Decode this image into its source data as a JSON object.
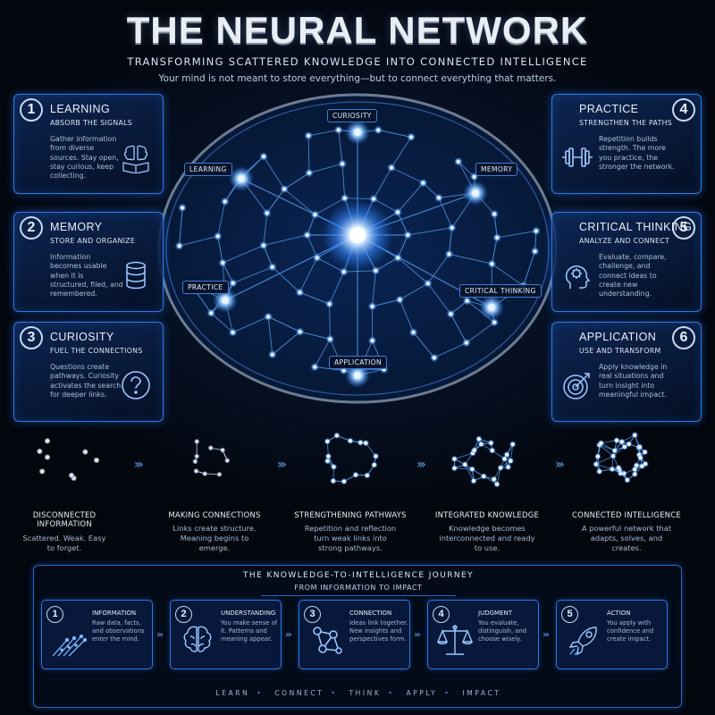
{
  "header": {
    "title": "THE NEURAL NETWORK",
    "subtitle": "TRANSFORMING SCATTERED KNOWLEDGE INTO CONNECTED INTELLIGENCE",
    "tagline": "Your mind is not meant to store everything—but to connect everything that matters."
  },
  "left_cards": [
    {
      "num": "1",
      "name": "LEARNING",
      "sub": "ABSORB THE SIGNALS",
      "body": "Gather information from diverse sources. Stay open, stay curious, keep collecting.",
      "icon": "brain-book-icon"
    },
    {
      "num": "2",
      "name": "MEMORY",
      "sub": "STORE AND ORGANIZE",
      "body": "Information becomes usable when it is structured, filed, and remembered.",
      "icon": "database-icon"
    },
    {
      "num": "3",
      "name": "CURIOSITY",
      "sub": "FUEL THE CONNECTIONS",
      "body": "Questions create pathways. Curiosity activates the search for deeper links.",
      "icon": "question-icon"
    }
  ],
  "right_cards": [
    {
      "num": "4",
      "name": "PRACTICE",
      "sub": "STRENGTHEN THE PATHS",
      "body": "Repetition builds strength. The more you practice, the stronger the network.",
      "icon": "dumbbell-icon"
    },
    {
      "num": "5",
      "name": "CRITICAL THINKING",
      "sub": "ANALYZE AND CONNECT",
      "body": "Evaluate, compare, challenge, and connect ideas to create new understanding.",
      "icon": "head-gear-icon"
    },
    {
      "num": "6",
      "name": "APPLICATION",
      "sub": "USE AND TRANSFORM",
      "body": "Apply knowledge in real situations and turn insight into meaningful impact.",
      "icon": "target-icon"
    }
  ],
  "network_labels": {
    "curiosity": "CURIOSITY",
    "learning": "LEARNING",
    "memory": "MEMORY",
    "practice": "PRACTICE",
    "critical_thinking": "CRITICAL THINKING",
    "application": "APPLICATION"
  },
  "stages": [
    {
      "label": "DISCONNECTED\nINFORMATION",
      "desc": "Scattered. Weak. Easy to forget."
    },
    {
      "label": "MAKING CONNECTIONS",
      "desc": "Links create structure. Meaning begins to emerge."
    },
    {
      "label": "STRENGTHENING PATHWAYS",
      "desc": "Repetition and reflection turn weak links into strong pathways."
    },
    {
      "label": "INTEGRATED KNOWLEDGE",
      "desc": "Knowledge becomes interconnected and ready to use."
    },
    {
      "label": "CONNECTED INTELLIGENCE",
      "desc": "A powerful network that adapts, solves, and creates."
    }
  ],
  "stage_arrow": "›››",
  "journey": {
    "title": "THE KNOWLEDGE-TO-INTELLIGENCE JOURNEY",
    "subtitle": "FROM INFORMATION TO IMPACT",
    "arrow": "›››",
    "steps": [
      {
        "num": "1",
        "title": "INFORMATION",
        "body": "Raw data, facts, and observations enter the mind.",
        "icon": "data-stream-icon"
      },
      {
        "num": "2",
        "title": "UNDERSTANDING",
        "body": "You make sense of it. Patterns and meaning appear.",
        "icon": "brain-icon"
      },
      {
        "num": "3",
        "title": "CONNECTION",
        "body": "Ideas link together. New insights and perspectives form.",
        "icon": "nodes-icon"
      },
      {
        "num": "4",
        "title": "JUDGMENT",
        "body": "You evaluate, distinguish, and choose wisely.",
        "icon": "scales-icon"
      },
      {
        "num": "5",
        "title": "ACTION",
        "body": "You apply with confidence and create impact.",
        "icon": "rocket-icon"
      }
    ],
    "footer": [
      "LEARN",
      "CONNECT",
      "THINK",
      "APPLY",
      "IMPACT"
    ]
  },
  "colors": {
    "accent": "#2e7ae0",
    "glow": "#4da3ff",
    "background": "#04070f"
  }
}
